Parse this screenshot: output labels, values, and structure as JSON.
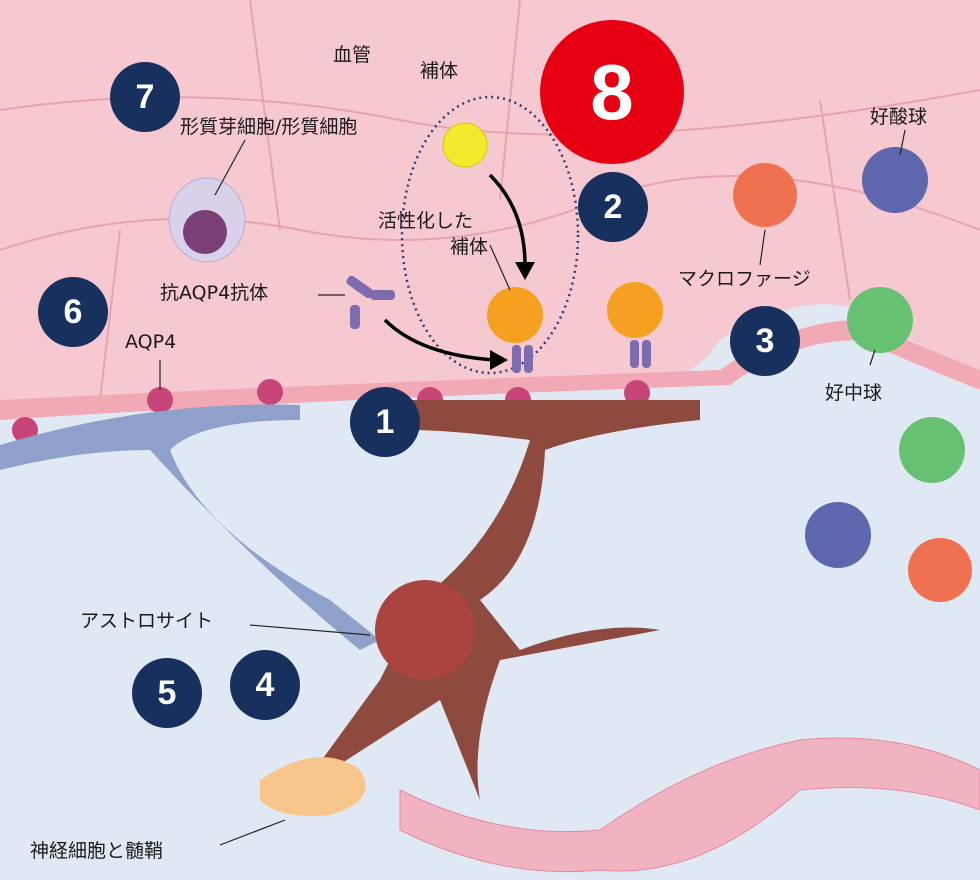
{
  "labels": {
    "blood_vessel": "血管",
    "complement": "補体",
    "plasma_cells": "形質芽細胞/形質細胞",
    "eosinophil": "好酸球",
    "activated_complement": "活性化した補体",
    "activated_complement_line1": "活性化した",
    "activated_complement_line2": "補体",
    "macrophage": "マクロファージ",
    "anti_aqp4_antibody": "抗AQP4抗体",
    "aqp4": "AQP4",
    "neutrophil": "好中球",
    "astrocyte": "アストロサイト",
    "neuron_myelin": "神経細胞と髄鞘"
  },
  "markers": [
    "1",
    "2",
    "3",
    "4",
    "5",
    "6",
    "7",
    "8"
  ],
  "colors": {
    "vessel": "#f6c9d0",
    "tissue": "#dfe8f3",
    "marker": "#17305e",
    "highlight": "#e60012"
  }
}
